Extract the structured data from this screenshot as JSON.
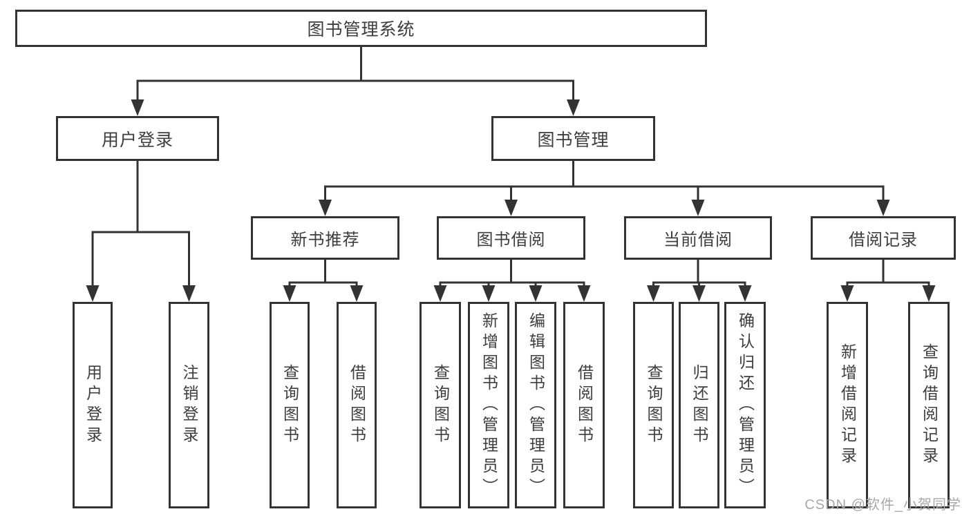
{
  "tree": {
    "label": "图书管理系统",
    "children": [
      {
        "label": "用户登录",
        "children": [
          {
            "label": "用户登录"
          },
          {
            "label": "注销登录"
          }
        ]
      },
      {
        "label": "图书管理",
        "children": [
          {
            "label": "新书推荐",
            "children": [
              {
                "label": "查询图书"
              },
              {
                "label": "借阅图书"
              }
            ]
          },
          {
            "label": "图书借阅",
            "children": [
              {
                "label": "查询图书"
              },
              {
                "label": "新增图书（管理员）"
              },
              {
                "label": "编辑图书（管理员）"
              },
              {
                "label": "借阅图书"
              }
            ]
          },
          {
            "label": "当前借阅",
            "children": [
              {
                "label": "查询图书"
              },
              {
                "label": "归还图书"
              },
              {
                "label": "确认归还（管理员）"
              }
            ]
          },
          {
            "label": "借阅记录",
            "children": [
              {
                "label": "新增借阅记录"
              },
              {
                "label": "查询借阅记录"
              }
            ]
          }
        ]
      }
    ]
  },
  "watermark": {
    "text": "CSDN @软件_小贺同学"
  },
  "colors": {
    "line": "#333333",
    "box_border": "#333333",
    "text": "#3d3d3d",
    "watermark": "#a8a8a8",
    "background": "#ffffff"
  }
}
